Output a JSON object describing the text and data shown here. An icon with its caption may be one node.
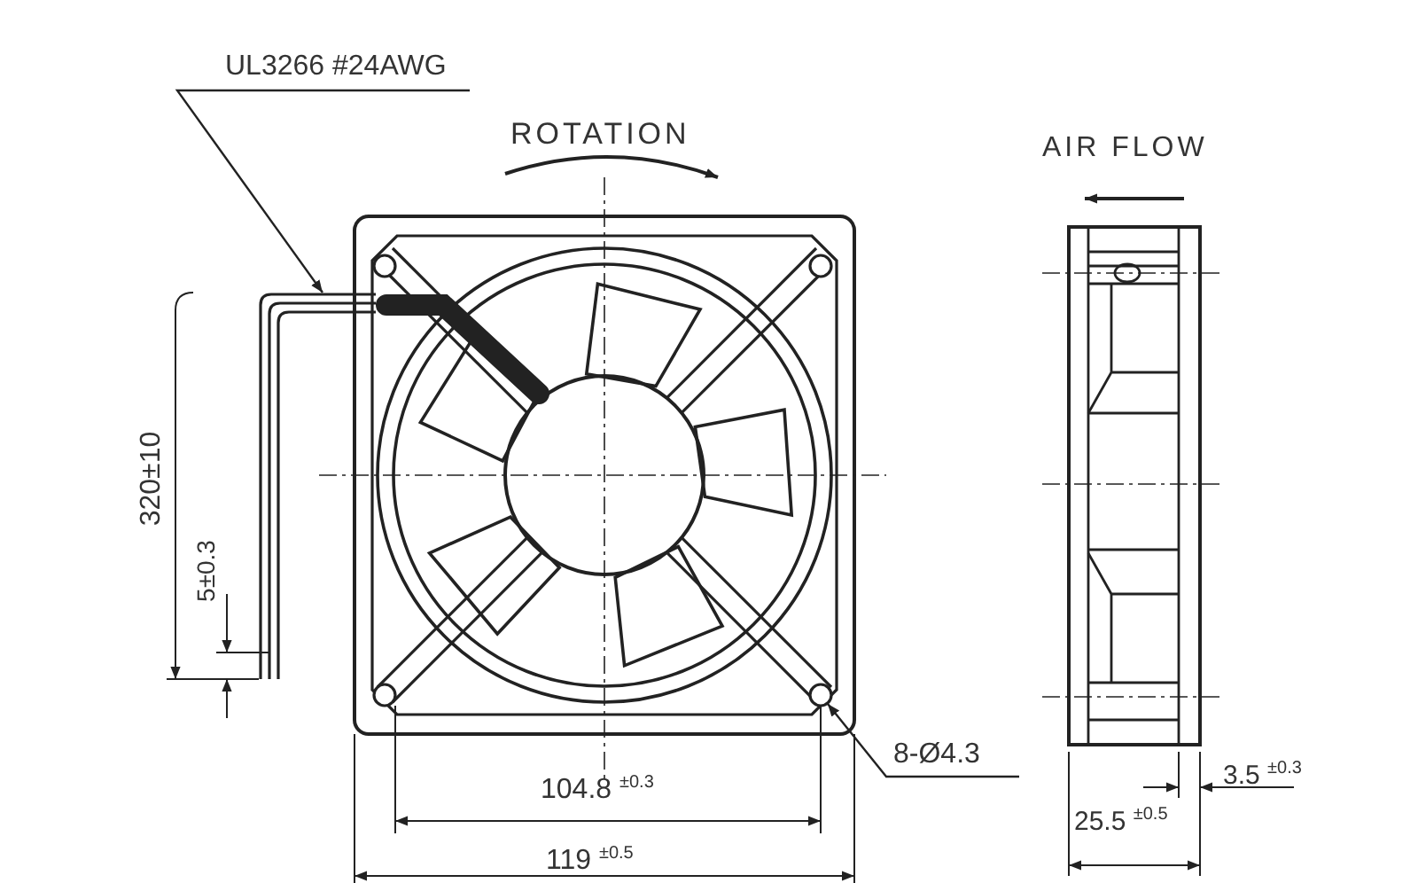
{
  "diagram": {
    "nodes": [
      {
        "text": [
          "UL3266 #24AWG"
        ]
      },
      {
        "text": [],
        "shape": "picture"
      },
      {
        "text": [
          "8-Ø4.3"
        ]
      },
      {
        "text": [],
        "shape": "circle"
      }
    ],
    "edges": [
      {
        "from": 0,
        "to": 1,
        "arrow": "to"
      },
      {
        "from": 2,
        "to": 3,
        "arrow": "to"
      }
    ],
    "labels": [
      "ROTATION",
      "AIR FLOW",
      "320±10",
      "5±0.3",
      "104.8 $^{±0.3}$",
      "3.5 $^{±0.3}$",
      "25.5 $^{±0.5}$",
      "119 $^{±0.5}$"
    ]
  }
}
